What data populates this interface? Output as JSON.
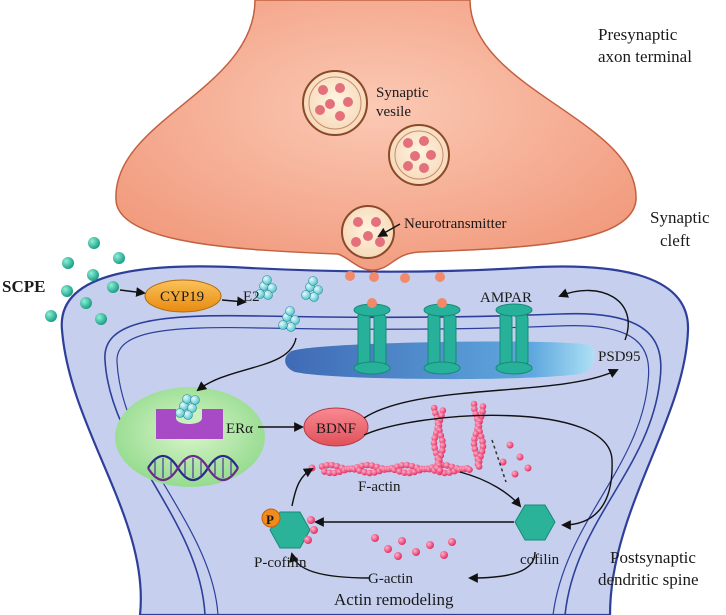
{
  "labels": {
    "presynaptic_line1": "Presynaptic",
    "presynaptic_line2": "axon terminal",
    "synaptic_vesicle_line1": "Synaptic",
    "synaptic_vesicle_line2": "vesile",
    "neurotransmitter": "Neurotransmitter",
    "synaptic_cleft_line1": "Synaptic",
    "synaptic_cleft_line2": "cleft",
    "scpe": "SCPE",
    "cyp19": "CYP19",
    "e2": "E2",
    "ampar": "AMPAR",
    "psd95": "PSD95",
    "er_alpha": "ERα",
    "bdnf": "BDNF",
    "f_actin": "F-actin",
    "p": "P",
    "p_cofilin": "P-cofilin",
    "cofilin": "cofilin",
    "g_actin": "G-actin",
    "actin_remodeling": "Actin remodeling",
    "postsynaptic_line1": "Postsynaptic",
    "postsynaptic_line2": "dendritic spine"
  },
  "colors": {
    "presynaptic_fill": "#f4a58a",
    "postsynaptic_fill": "#c9d3ef",
    "teal": "#2bb39a",
    "cyp19_fill": "#f0a030",
    "bdnf_fill": "#f06a72",
    "nucleus_fill": "#a8e6a0",
    "receptor_fill": "#a44bc4",
    "actin": "#e8306a"
  }
}
